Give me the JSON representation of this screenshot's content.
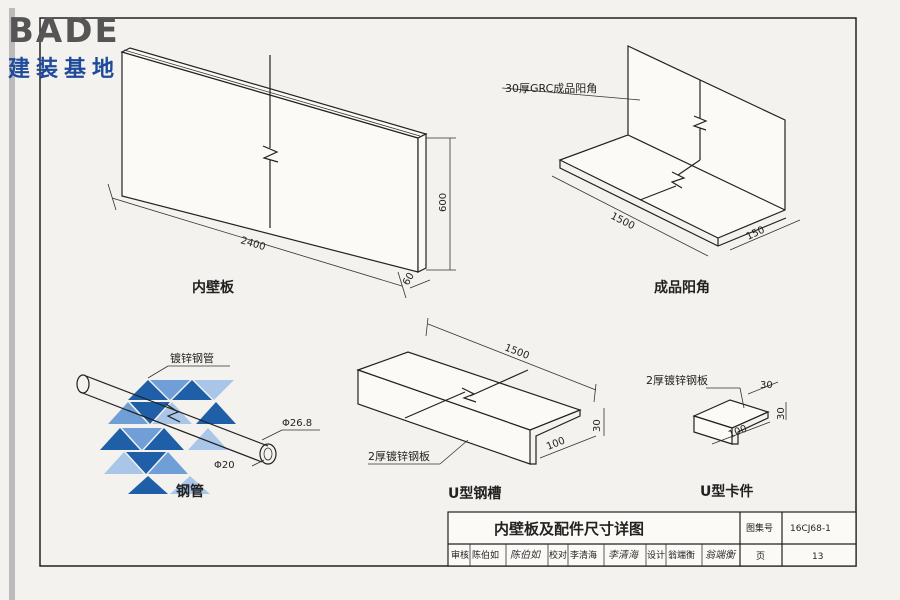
{
  "logo": {
    "brand": "BADE",
    "subtitle": "建装基地"
  },
  "drawings": {
    "wall_panel": {
      "caption": "内壁板",
      "length": "2400",
      "height": "600",
      "thickness": "60"
    },
    "corner": {
      "caption": "成品阳角",
      "label": "30厚GRC成品阳角",
      "length": "1500",
      "width": "150"
    },
    "pipe": {
      "caption": "钢管",
      "label": "镀锌钢管",
      "outer_dia": "Φ26.8",
      "inner_dia": "Φ20"
    },
    "channel": {
      "caption": "U型钢槽",
      "label": "2厚镀锌钢板",
      "length": "1500",
      "width": "100",
      "height": "30"
    },
    "clip": {
      "caption": "U型卡件",
      "label": "2厚镀锌钢板",
      "top": "30",
      "width": "100",
      "height": "30"
    }
  },
  "title_block": {
    "title": "内壁板及配件尺寸详图",
    "atlas_label": "图集号",
    "atlas_no": "16CJ68-1",
    "review_label": "审核",
    "reviewer": "陈伯如",
    "reviewer_sig": "陈伯如",
    "check_label": "校对",
    "checker": "李清海",
    "checker_sig": "李清海",
    "design_label": "设计",
    "designer": "翁端衡",
    "designer_sig": "翁端衡",
    "page_label": "页",
    "page_no": "13"
  },
  "colors": {
    "logo_blue": "#1f4a9a",
    "triangle_dark": "#1f5fa8",
    "triangle_light": "#a9c6e8"
  }
}
